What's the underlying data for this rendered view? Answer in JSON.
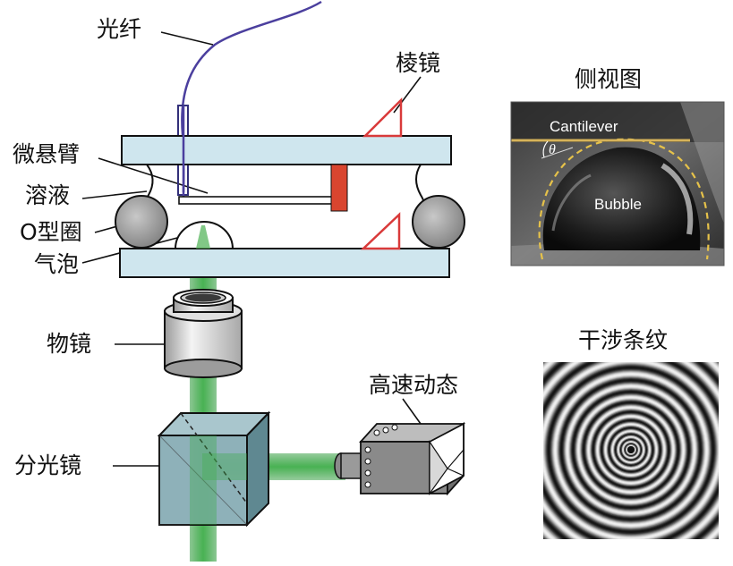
{
  "labels": {
    "fiber": "光纤",
    "prism": "棱镜",
    "cantilever": "微悬臂",
    "solution": "溶液",
    "o_ring": "O型圈",
    "bubble": "气泡",
    "objective": "物镜",
    "beamsplitter": "分光镜",
    "camera": "高速动态",
    "side_view_title": "侧视图",
    "fringes_title": "干涉条纹"
  },
  "side_view": {
    "cantilever_label": "Cantilever",
    "bubble_label": "Bubble",
    "angle_symbol": "θ"
  },
  "colors": {
    "glass_fill": "#cfe6ee",
    "glass_stroke": "#111111",
    "fiber": "#4b3f9e",
    "prism": "#d93a3a",
    "spacer": "#d9452f",
    "o_ring": "#9a9a9a",
    "beam": "#3fae4a",
    "cube": "#7fa6b0",
    "objective": "#e8e8e8",
    "camera": "#8a8a8a",
    "cantilever_bar": "#d6b35a",
    "bubble_outline": "#e6c24a"
  }
}
